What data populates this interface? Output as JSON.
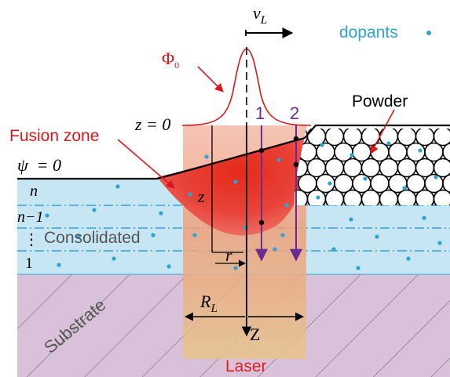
{
  "labels": {
    "velocity_symbol": "v",
    "velocity_subscript": "L",
    "dopants": "dopants",
    "phi_symbol": "Φ",
    "phi_subscript": "0",
    "z_equals_zero": "z = 0",
    "track_1": "1",
    "track_2": "2",
    "powder": "Powder",
    "fusion_zone": "Fusion zone",
    "psi_equals_zero": "ψ  = 0",
    "z_symbol": "z",
    "r_symbol": "r",
    "layer_n": "n",
    "layer_n_minus_1": "n−1",
    "layer_dots": "⋮",
    "consolidated": "Consolidated",
    "layer_1": "1",
    "substrate": "Substrate",
    "radius_symbol": "R",
    "radius_subscript": "L",
    "axis_z": "Z",
    "laser": "Laser"
  },
  "colors": {
    "consolidated_fill": "#c7e6f4",
    "substrate_fill": "#d9c2d9",
    "layer_line": "#3c9fd8",
    "dopant": "#2ea3d6",
    "fusion_label": "#d7191c",
    "track_purple": "#6a2c91",
    "laser_label": "#e02020"
  }
}
